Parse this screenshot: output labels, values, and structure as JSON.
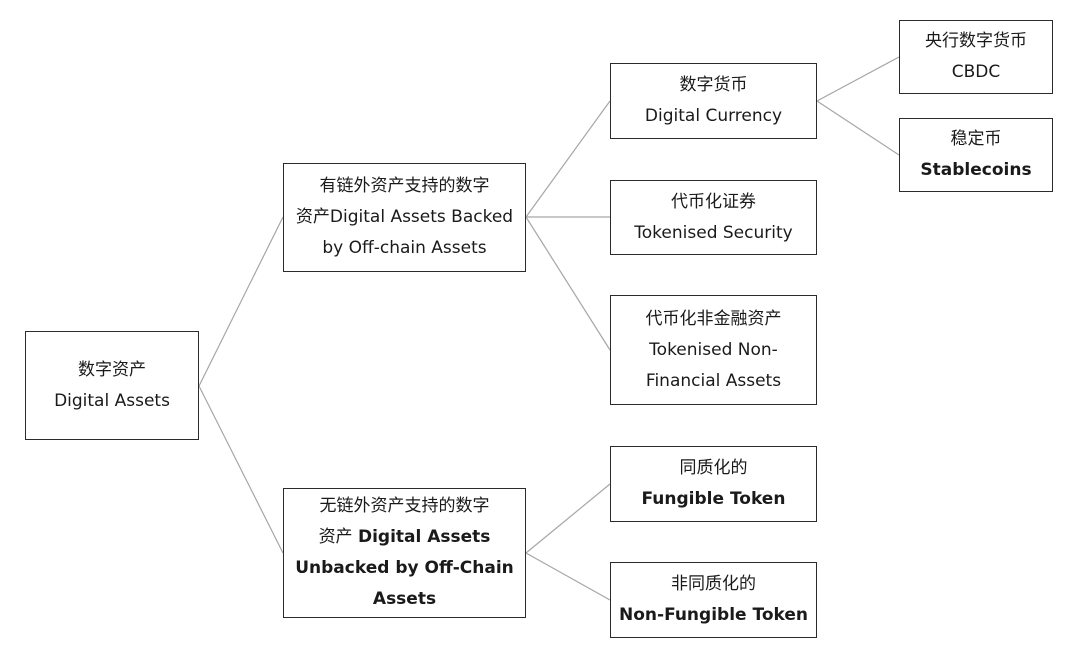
{
  "diagram": {
    "root": {
      "zh": "数字资产",
      "en": "Digital Assets"
    },
    "backed": {
      "line1": "有链外资产支持的数字",
      "line2": "资产Digital Assets Backed",
      "line3": "by Off-chain Assets"
    },
    "unbacked": {
      "line1": "无链外资产支持的数字",
      "line2_zh": "资产 ",
      "line2_en": "Digital Assets",
      "line3": "Unbacked by Off-Chain",
      "line4": "Assets"
    },
    "currency": {
      "zh": "数字货币",
      "en": "Digital Currency"
    },
    "security": {
      "zh": "代币化证券",
      "en": "Tokenised Security"
    },
    "nonfinancial": {
      "zh": "代币化非金融资产",
      "en1": "Tokenised Non-",
      "en2": "Financial Assets"
    },
    "fungible": {
      "zh": "同质化的",
      "en": "Fungible Token"
    },
    "nft": {
      "zh": "非同质化的",
      "en": "Non-Fungible Token"
    },
    "cbdc": {
      "zh": "央行数字货币",
      "en": "CBDC"
    },
    "stablecoin": {
      "zh": "稳定币",
      "en": "Stablecoins"
    }
  },
  "colors": {
    "border": "#2b2b2b",
    "connector": "#a6a6a6",
    "text": "#1a1a1a",
    "background": "#ffffff"
  }
}
